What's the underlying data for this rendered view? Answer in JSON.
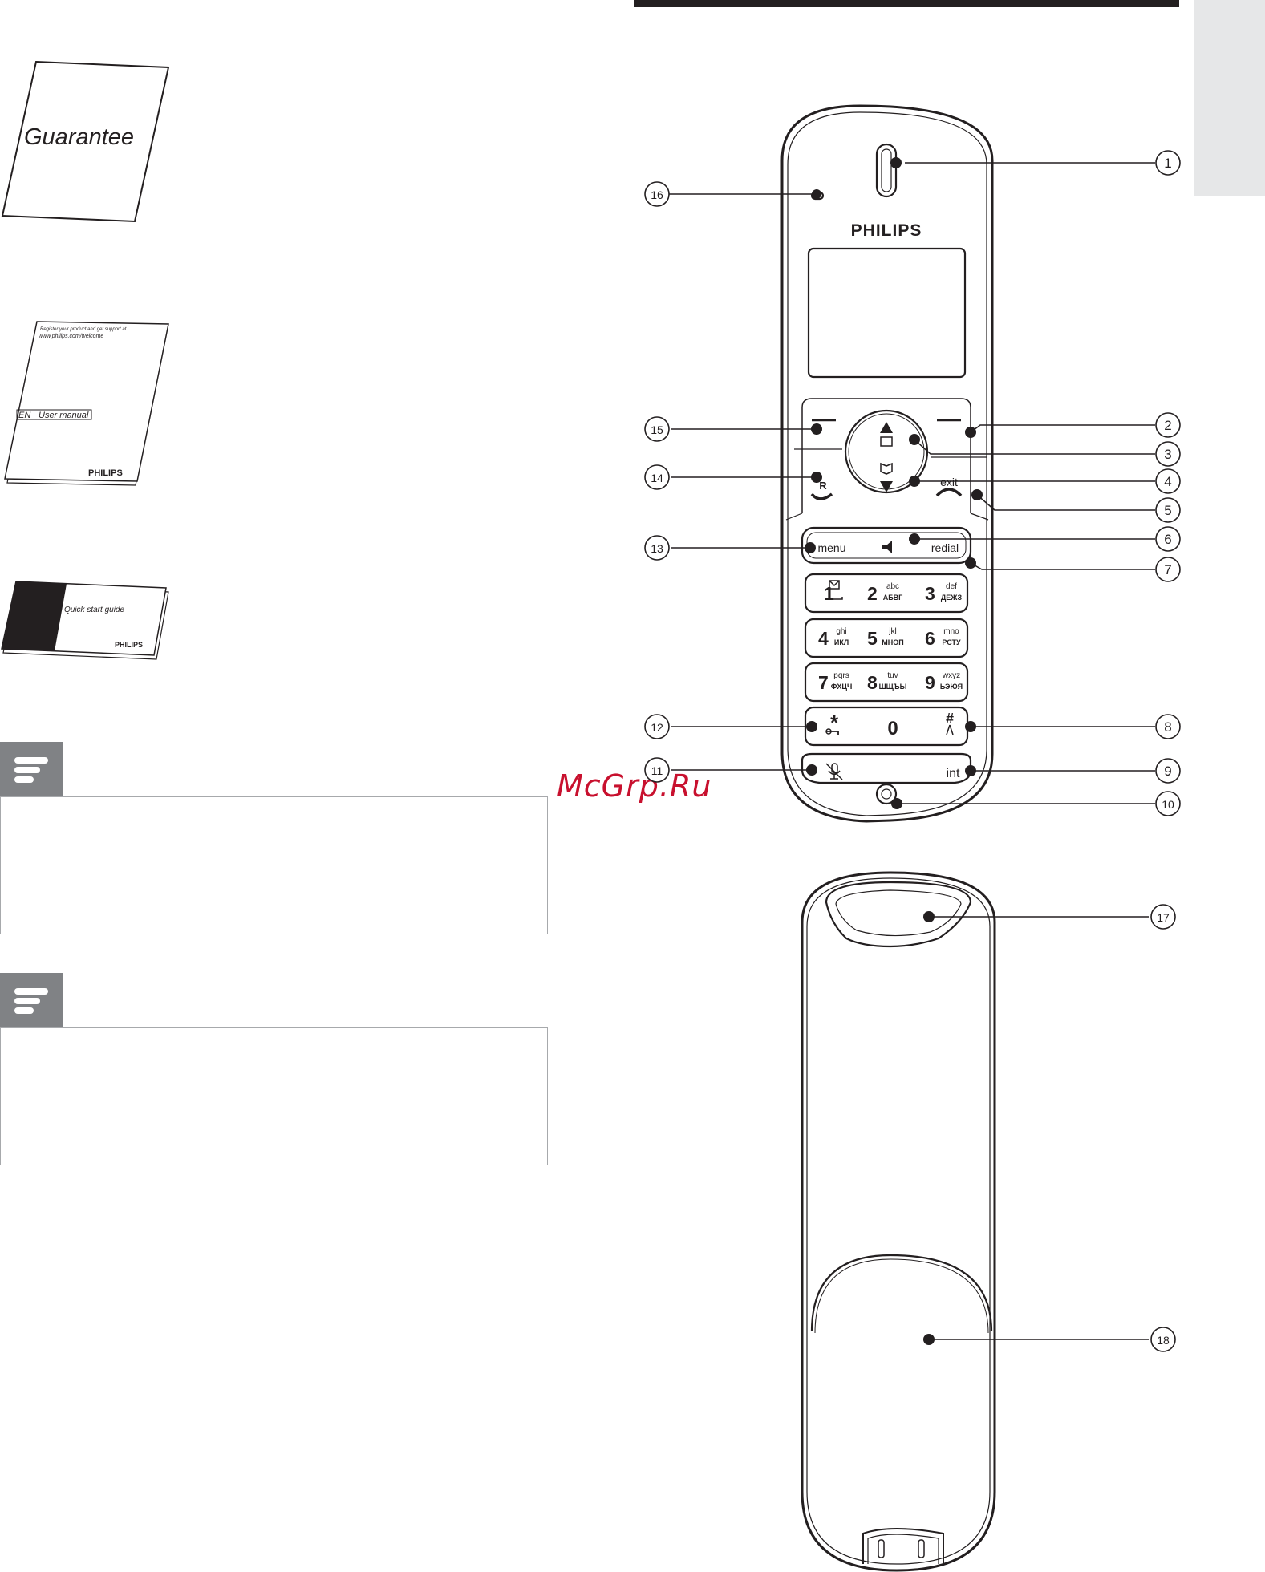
{
  "accessories": {
    "guarantee_title": "Guarantee",
    "manual_register_line": "Register your product and get support at",
    "manual_url": "www.philips.com/welcome",
    "manual_lang": "EN",
    "manual_title": "User manual",
    "manual_brand": "PHILIPS",
    "qsg_title": "Quick start guide",
    "qsg_brand": "PHILIPS"
  },
  "watermark": "McGrp.Ru",
  "handset": {
    "brand": "PHILIPS",
    "keys": {
      "menu": "menu",
      "redial": "redial",
      "exit": "exit",
      "int": "int",
      "recall": "R",
      "k1": "1",
      "k2": "2",
      "k2_latin": "abc",
      "k2_cyr": "АБВГ",
      "k3": "3",
      "k3_latin": "def",
      "k3_cyr": "ДЕЖЗ",
      "k4": "4",
      "k4_latin": "ghi",
      "k4_cyr": "ИКЛ",
      "k5": "5",
      "k5_latin": "jkl",
      "k5_cyr": "МНОП",
      "k6": "6",
      "k6_latin": "mno",
      "k6_cyr": "РСТУ",
      "k7": "7",
      "k7_latin": "pqrs",
      "k7_cyr": "ФХЦЧ",
      "k8": "8",
      "k8_latin": "tuv",
      "k8_cyr": "ШЩЪЫ",
      "k9": "9",
      "k9_latin": "wxyz",
      "k9_cyr": "ЬЭЮЯ",
      "k0": "0",
      "star": "*",
      "hash": "#"
    }
  },
  "callouts": [
    "1",
    "2",
    "3",
    "4",
    "5",
    "6",
    "7",
    "8",
    "9",
    "10",
    "11",
    "12",
    "13",
    "14",
    "15",
    "16",
    "17",
    "18"
  ],
  "colors": {
    "ink": "#231f20",
    "note_tab": "#808285",
    "side_tab": "#e6e7e8",
    "watermark": "#c8102e"
  }
}
